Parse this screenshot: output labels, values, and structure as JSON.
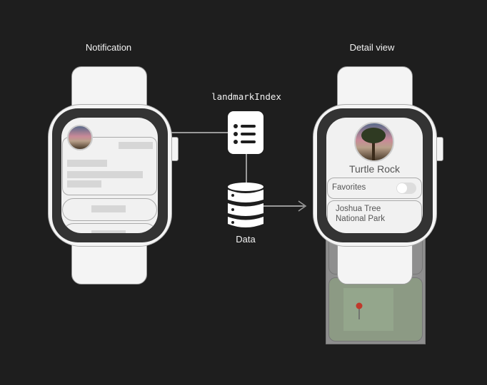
{
  "labels": {
    "notification": "Notification",
    "detail": "Detail view",
    "index": "landmarkIndex",
    "data": "Data"
  },
  "detail": {
    "title": "Turtle Rock",
    "favorites_label": "Favorites",
    "favorites_on": false,
    "park_line1": "Joshua Tree",
    "park_line2": "National Park"
  },
  "icons": {
    "index": "list-icon",
    "data": "database-icon",
    "pin": "map-pin-icon"
  },
  "colors": {
    "background": "#1e1e1e",
    "bezel": "#333333",
    "pin": "#c0392b"
  }
}
